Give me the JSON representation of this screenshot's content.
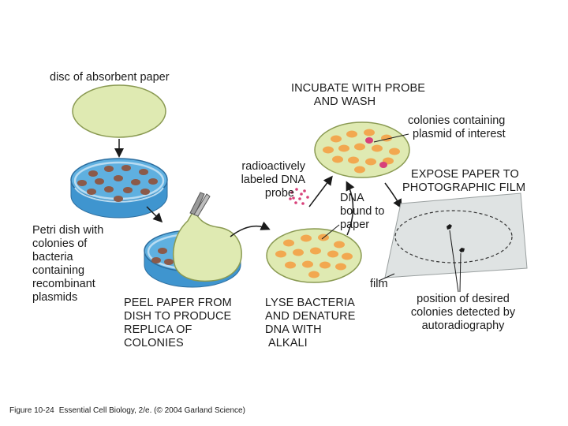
{
  "labels": {
    "disc": "disc of absorbent paper",
    "petri": [
      "Petri dish with",
      "colonies of",
      "bacteria",
      "containing",
      "recombinant",
      "plasmids"
    ],
    "peel": [
      "PEEL PAPER FROM",
      "DISH TO PRODUCE",
      "REPLICA OF",
      "COLONIES"
    ],
    "lyse": [
      "LYSE BACTERIA",
      "AND DENATURE",
      "DNA WITH",
      "ALKALI"
    ],
    "probe": [
      "radioactively",
      "labeled DNA",
      "probe"
    ],
    "incubate": [
      "INCUBATE WITH PROBE",
      "AND WASH"
    ],
    "colonies_interest": [
      "colonies containing",
      "plasmid of interest"
    ],
    "dna_bound": [
      "DNA",
      "bound to",
      "paper"
    ],
    "expose": [
      "EXPOSE PAPER TO",
      "PHOTOGRAPHIC FILM"
    ],
    "film": "film",
    "position": [
      "position of desired",
      "colonies detected by",
      "autoradiography"
    ]
  },
  "caption": {
    "figure": "Figure 10-24",
    "source": "Essential Cell Biology, 2/e. (© 2004 Garland Science)"
  },
  "colors": {
    "paper": "#dfeab2",
    "paper_edge": "#8a9a52",
    "dish_blue": "#5fb0e0",
    "dish_rim": "#b9dcf2",
    "colony_brown": "#8b5a4a",
    "colony_orange": "#f2a850",
    "probe_pink": "#d8407a",
    "film_gray": "#dfe3e3"
  }
}
